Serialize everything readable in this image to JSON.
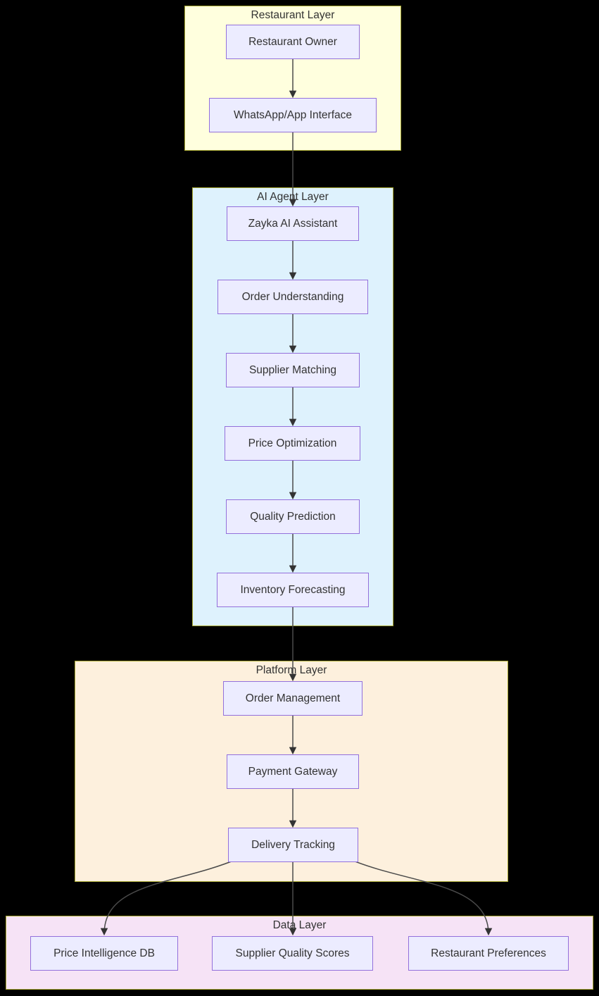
{
  "diagram": {
    "type": "flowchart-top-down",
    "colors": {
      "page_background": "#000000",
      "cluster_border": "#aaaa33",
      "node_fill": "#ececff",
      "node_border": "#9370db",
      "edge": "#4a4a4a",
      "arrowhead": "#333333",
      "text": "#333333"
    },
    "layers": [
      {
        "title": "Restaurant Layer",
        "fill": "#ffffde",
        "nodes": [
          {
            "label": "Restaurant Owner"
          },
          {
            "label": "WhatsApp/App Interface"
          }
        ]
      },
      {
        "title": "AI Agent Layer",
        "fill": "#def2fd",
        "nodes": [
          {
            "label": "Zayka AI Assistant"
          },
          {
            "label": "Order Understanding"
          },
          {
            "label": "Supplier Matching"
          },
          {
            "label": "Price Optimization"
          },
          {
            "label": "Quality Prediction"
          },
          {
            "label": "Inventory Forecasting"
          }
        ]
      },
      {
        "title": "Platform Layer",
        "fill": "#fdf0dd",
        "nodes": [
          {
            "label": "Order Management"
          },
          {
            "label": "Payment Gateway"
          },
          {
            "label": "Delivery Tracking"
          }
        ]
      },
      {
        "title": "Data Layer",
        "fill": "#f6e3f6",
        "nodes": [
          {
            "label": "Price Intelligence DB"
          },
          {
            "label": "Supplier Quality Scores"
          },
          {
            "label": "Restaurant Preferences"
          }
        ]
      }
    ],
    "edges": [
      {
        "from": "Restaurant Owner",
        "to": "WhatsApp/App Interface"
      },
      {
        "from": "WhatsApp/App Interface",
        "to": "Zayka AI Assistant"
      },
      {
        "from": "Zayka AI Assistant",
        "to": "Order Understanding"
      },
      {
        "from": "Order Understanding",
        "to": "Supplier Matching"
      },
      {
        "from": "Supplier Matching",
        "to": "Price Optimization"
      },
      {
        "from": "Price Optimization",
        "to": "Quality Prediction"
      },
      {
        "from": "Quality Prediction",
        "to": "Inventory Forecasting"
      },
      {
        "from": "Inventory Forecasting",
        "to": "Order Management"
      },
      {
        "from": "Order Management",
        "to": "Payment Gateway"
      },
      {
        "from": "Payment Gateway",
        "to": "Delivery Tracking"
      },
      {
        "from": "Delivery Tracking",
        "to": "Price Intelligence DB"
      },
      {
        "from": "Delivery Tracking",
        "to": "Supplier Quality Scores"
      },
      {
        "from": "Delivery Tracking",
        "to": "Restaurant Preferences"
      }
    ]
  }
}
